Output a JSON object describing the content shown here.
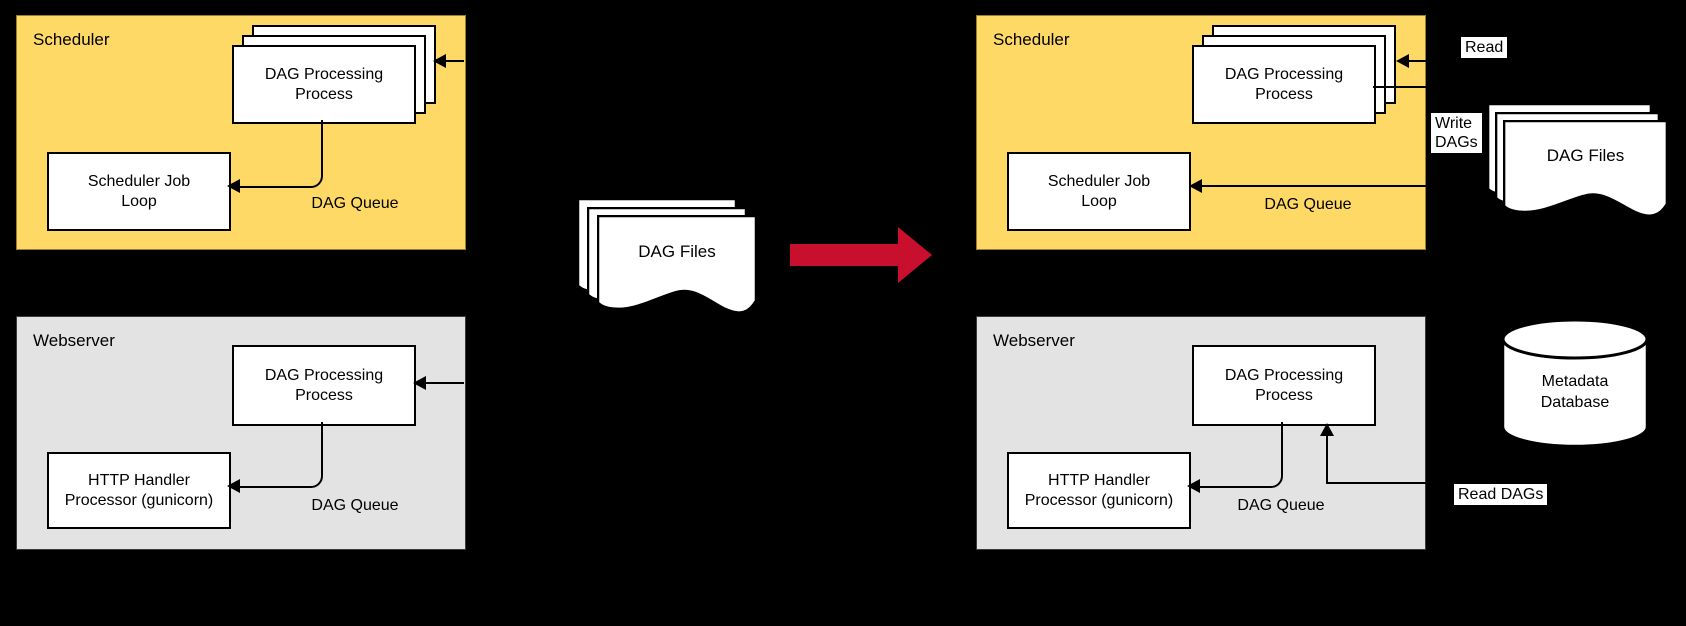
{
  "left": {
    "scheduler": {
      "title": "Scheduler",
      "dag_processing_label": "DAG Processing\nProcess",
      "job_loop_label": "Scheduler Job\nLoop",
      "queue_label": "DAG Queue"
    },
    "webserver": {
      "title": "Webserver",
      "dag_processing_label": "DAG Processing\nProcess",
      "http_handler_label": "HTTP Handler\nProcessor (gunicorn)",
      "queue_label": "DAG Queue"
    },
    "dag_files_label": "DAG Files"
  },
  "right": {
    "scheduler": {
      "title": "Scheduler",
      "dag_processing_label": "DAG Processing\nProcess",
      "job_loop_label": "Scheduler Job\nLoop",
      "queue_label": "DAG Queue"
    },
    "webserver": {
      "title": "Webserver",
      "dag_processing_label": "DAG Processing\nProcess",
      "http_handler_label": "HTTP Handler\nProcessor (gunicorn)",
      "queue_label": "DAG Queue"
    },
    "read_label": "Read",
    "write_dags_label": "Write\nDAGs",
    "dag_files_label": "DAG Files",
    "metadata_db_label": "Metadata\nDatabase",
    "read_dags_label": "Read DAGs"
  },
  "colors": {
    "scheduler_panel": "#FFD966",
    "webserver_panel": "#E3E3E3",
    "transform_arrow": "#C8102E",
    "connector": "#000000",
    "shape_fill": "#FFFFFF",
    "background": "#000000"
  }
}
